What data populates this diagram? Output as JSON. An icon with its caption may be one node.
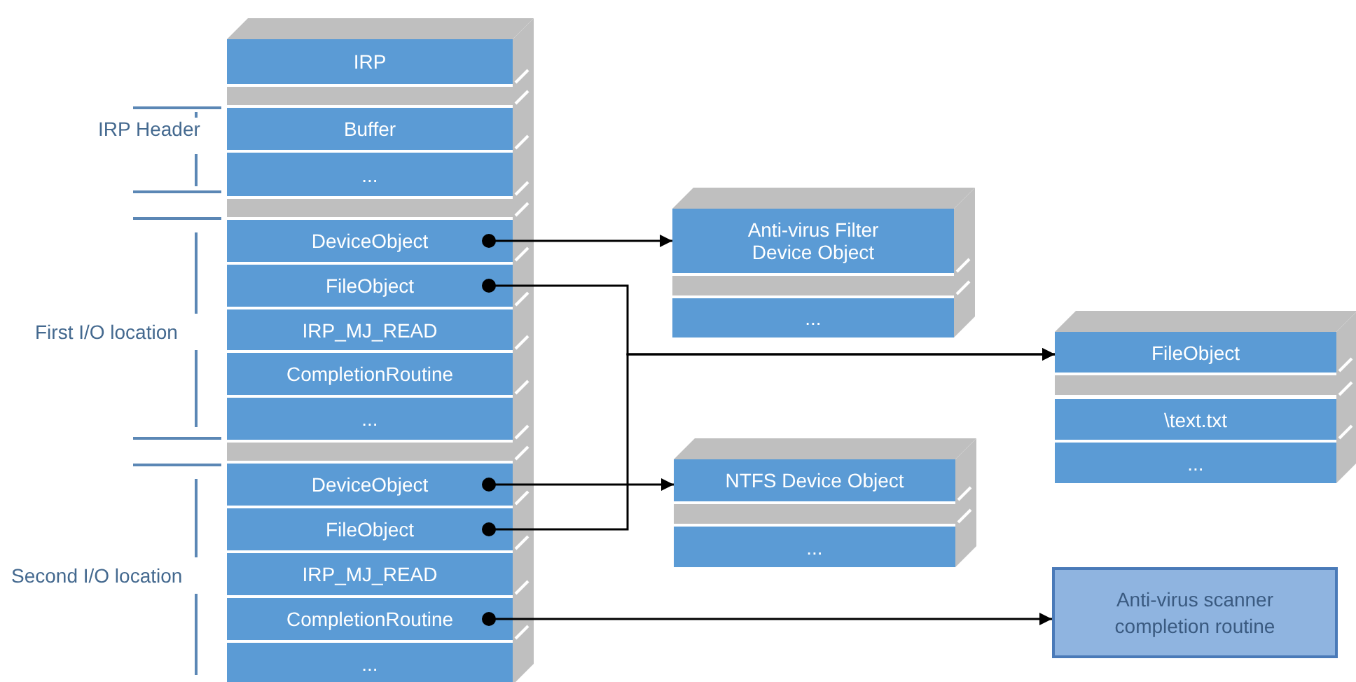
{
  "diagram": {
    "nodes": [
      {
        "text": [
          "IRP"
        ]
      },
      {
        "text": [],
        "shape": "bar"
      },
      {
        "text": [
          "Buffer"
        ]
      },
      {
        "text": [
          "..."
        ]
      },
      {
        "text": [],
        "shape": "bar"
      },
      {
        "text": [
          "DeviceObject"
        ]
      },
      {
        "text": [
          "FileObject"
        ]
      },
      {
        "text": [
          "IRP_MJ_READ"
        ]
      },
      {
        "text": [
          "CompletionRoutine"
        ]
      },
      {
        "text": [
          "..."
        ]
      },
      {
        "text": [],
        "shape": "bar"
      },
      {
        "text": [
          "DeviceObject"
        ]
      },
      {
        "text": [
          "FileObject"
        ]
      },
      {
        "text": [
          "IRP_MJ_READ"
        ]
      },
      {
        "text": [
          "CompletionRoutine"
        ]
      },
      {
        "text": [
          "..."
        ]
      },
      {
        "text": [
          "Anti-virus Filter Device Object"
        ]
      },
      {
        "text": [],
        "shape": "bar"
      },
      {
        "text": [
          "..."
        ]
      },
      {
        "text": [
          "FileObject"
        ]
      },
      {
        "text": [],
        "shape": "bar"
      },
      {
        "text": [
          "\\text.txt"
        ]
      },
      {
        "text": [
          "..."
        ]
      },
      {
        "text": [
          "NTFS Device Object"
        ]
      },
      {
        "text": [],
        "shape": "bar"
      },
      {
        "text": [
          "..."
        ]
      },
      {
        "text": [
          "Anti-virus scanner completion routine"
        ]
      }
    ],
    "edges": [
      {
        "from": 5,
        "to": 16,
        "arrow": "to"
      },
      {
        "from": 6,
        "to": 19,
        "arrow": "to"
      },
      {
        "from": 11,
        "to": 23,
        "arrow": "to"
      },
      {
        "from": 12,
        "to": 19,
        "arrow": "to"
      },
      {
        "from": 14,
        "to": 26,
        "arrow": "to"
      }
    ],
    "labels": [
      "IRP Header",
      "First I/O location",
      "Second I/O location"
    ]
  }
}
